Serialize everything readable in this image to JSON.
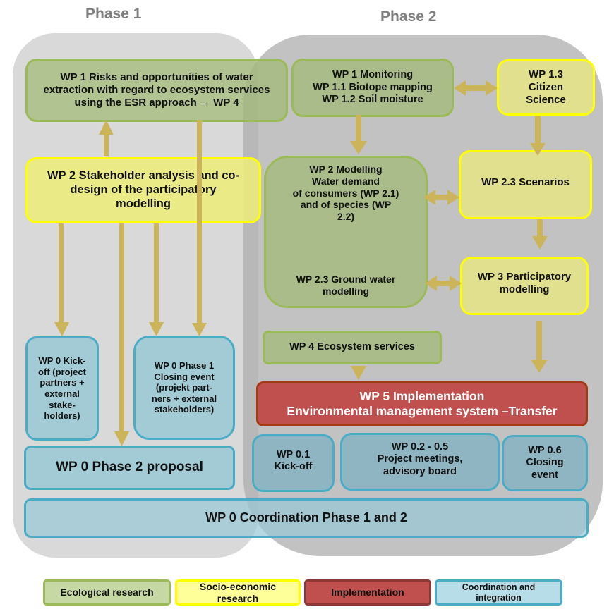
{
  "phases": {
    "phase1_title": "Phase 1",
    "phase2_title": "Phase 2"
  },
  "boxes": {
    "wp1_risks": "WP 1 Risks and opportunities of water extraction with regard to ecosystem services using the ESR approach → WP 4",
    "wp2_stakeholder": "WP 2 Stakeholder analysis and co-design of the participatory modelling",
    "wp0_kickoff_p1": "WP 0 Kick-off (project partners + external stake-holders)",
    "wp0_closing_p1": "WP 0 Phase 1 Closing event (projekt part-ners + external stakeholders)",
    "wp0_phase2_proposal": "WP 0 Phase 2 proposal",
    "wp1_monitoring": [
      "WP 1 Monitoring",
      "WP 1.1 Biotope mapping",
      "WP 1.2 Soil moisture"
    ],
    "wp13_citizen": [
      "WP 1.3",
      "Citizen",
      "Science"
    ],
    "wp2_modelling": [
      "WP 2 Modelling",
      "Water demand",
      "of consumers (WP 2.1)",
      "and of species (WP 2.2)"
    ],
    "wp23_groundwater": "WP 2.3 Ground water modelling",
    "wp23_scenarios": "WP 2.3 Scenarios",
    "wp3_participatory": "WP 3 Participatory modelling",
    "wp4_ecosystem": "WP 4 Ecosystem services",
    "wp5_implementation": [
      "WP 5 Implementation",
      "Environmental management system –Transfer"
    ],
    "wp01_kickoff": [
      "WP 0.1",
      "Kick-off"
    ],
    "wp02_05_meetings": [
      "WP 0.2 - 0.5",
      "Project meetings,",
      "advisory board"
    ],
    "wp06_closing": [
      "WP 0.6",
      "Closing",
      "event"
    ],
    "wp0_coordination": "WP 0 Coordination Phase 1 and 2"
  },
  "legend": [
    {
      "label": "Ecological research",
      "color": "#c6d9a4",
      "border": "#9bbb59"
    },
    {
      "label": "Socio-economic research",
      "color": "#ffff99",
      "border": "#ffff00"
    },
    {
      "label": "Implementation",
      "color": "#c0504d",
      "border": "#8c3836"
    },
    {
      "label": "Coordination and integration",
      "color": "#b7dde8",
      "border": "#4bacc6"
    }
  ],
  "colors": {
    "arrow": "#ccb45a",
    "phase_title": "#7f7f7f"
  }
}
